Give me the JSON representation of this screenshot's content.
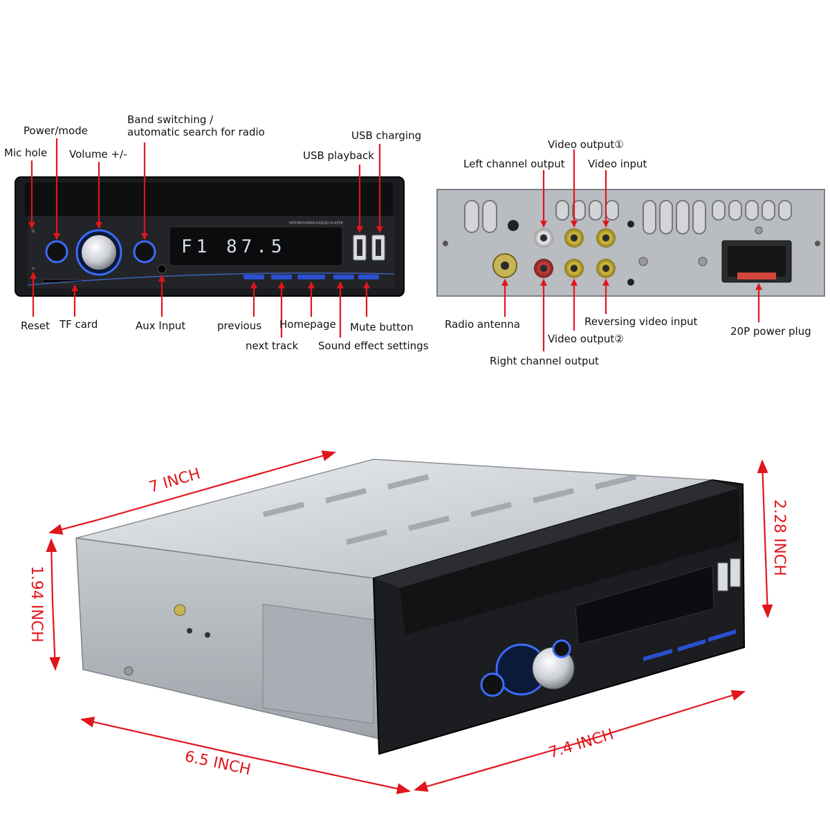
{
  "front_panel": {
    "labels": {
      "mic_hole": "Mic hole",
      "power_mode": "Power/mode",
      "volume": "Volume +/-",
      "band_line1": "Band switching /",
      "band_line2": "automatic search for radio",
      "usb_playback": "USB playback",
      "usb_charging": "USB charging",
      "reset": "Reset",
      "tf_card": "TF card",
      "aux_input": "Aux Input",
      "previous": "previous",
      "next_track": "next track",
      "homepage": "Homepage",
      "sound_effect": "Sound effect settings",
      "mute_button": "Mute button"
    },
    "display_text": "F1 87.5",
    "model_text": "MP5/MP3/WMA/USB/SD PLAYER"
  },
  "rear_panel": {
    "labels": {
      "video_output_1": "Video output①",
      "left_channel": "Left channel output",
      "video_input": "Video input",
      "radio_antenna": "Radio antenna",
      "reversing_video": "Reversing video input",
      "video_output_2": "Video output②",
      "right_channel": "Right channel output",
      "power_plug": "20P power plug"
    }
  },
  "dimensions": {
    "width_top": "7 INCH",
    "height_left": "1.94 INCH",
    "height_right": "2.28 INCH",
    "depth": "6.5 INCH",
    "width_front": "7.4 INCH"
  },
  "colors": {
    "annotation": "#e0161b",
    "button_glow": "#3b6cff"
  }
}
